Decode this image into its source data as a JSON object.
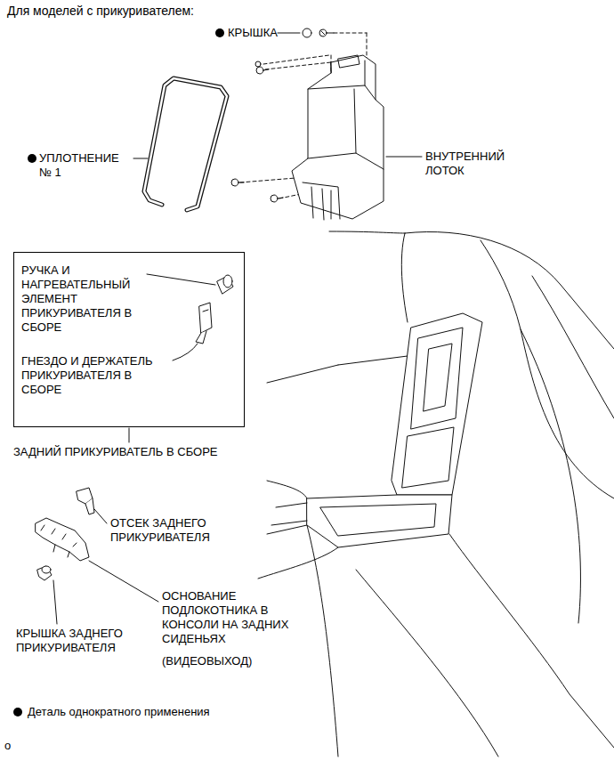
{
  "diagram": {
    "title": "Для моделей с прикуривателем:",
    "nodes": [
      {
        "text": [
          "РУЧКА И НАГРЕВАТЕЛЬНЫЙ ЭЛЕМЕНТ ПРИКУРИВАТЕЛЯ В СБОРЕ",
          "ГНЕЗДО И ДЕРЖАТЕЛЬ ПРИКУРИВАТЕЛЯ В СБОРЕ"
        ]
      }
    ],
    "labels": [
      "КРЫШКА",
      "УПЛОТНЕНИЕ № 1",
      "ВНУТРЕННИЙ ЛОТОК",
      "ЗАДНИЙ ПРИКУРИВАТЕЛЬ В СБОРЕ",
      "ОТСЕК ЗАДНЕГО ПРИКУРИВАТЕЛЯ",
      "ОСНОВАНИЕ ПОДЛОКОТНИКА В КОНСОЛИ НА ЗАДНИХ СИДЕНЬЯХ",
      "(ВИДЕОВЫХОД)",
      "КРЫШКА ЗАДНЕГО ПРИКУРИВАТЕЛЯ",
      "o"
    ],
    "legend": [
      {
        "text": "Деталь однократного применения"
      }
    ]
  }
}
